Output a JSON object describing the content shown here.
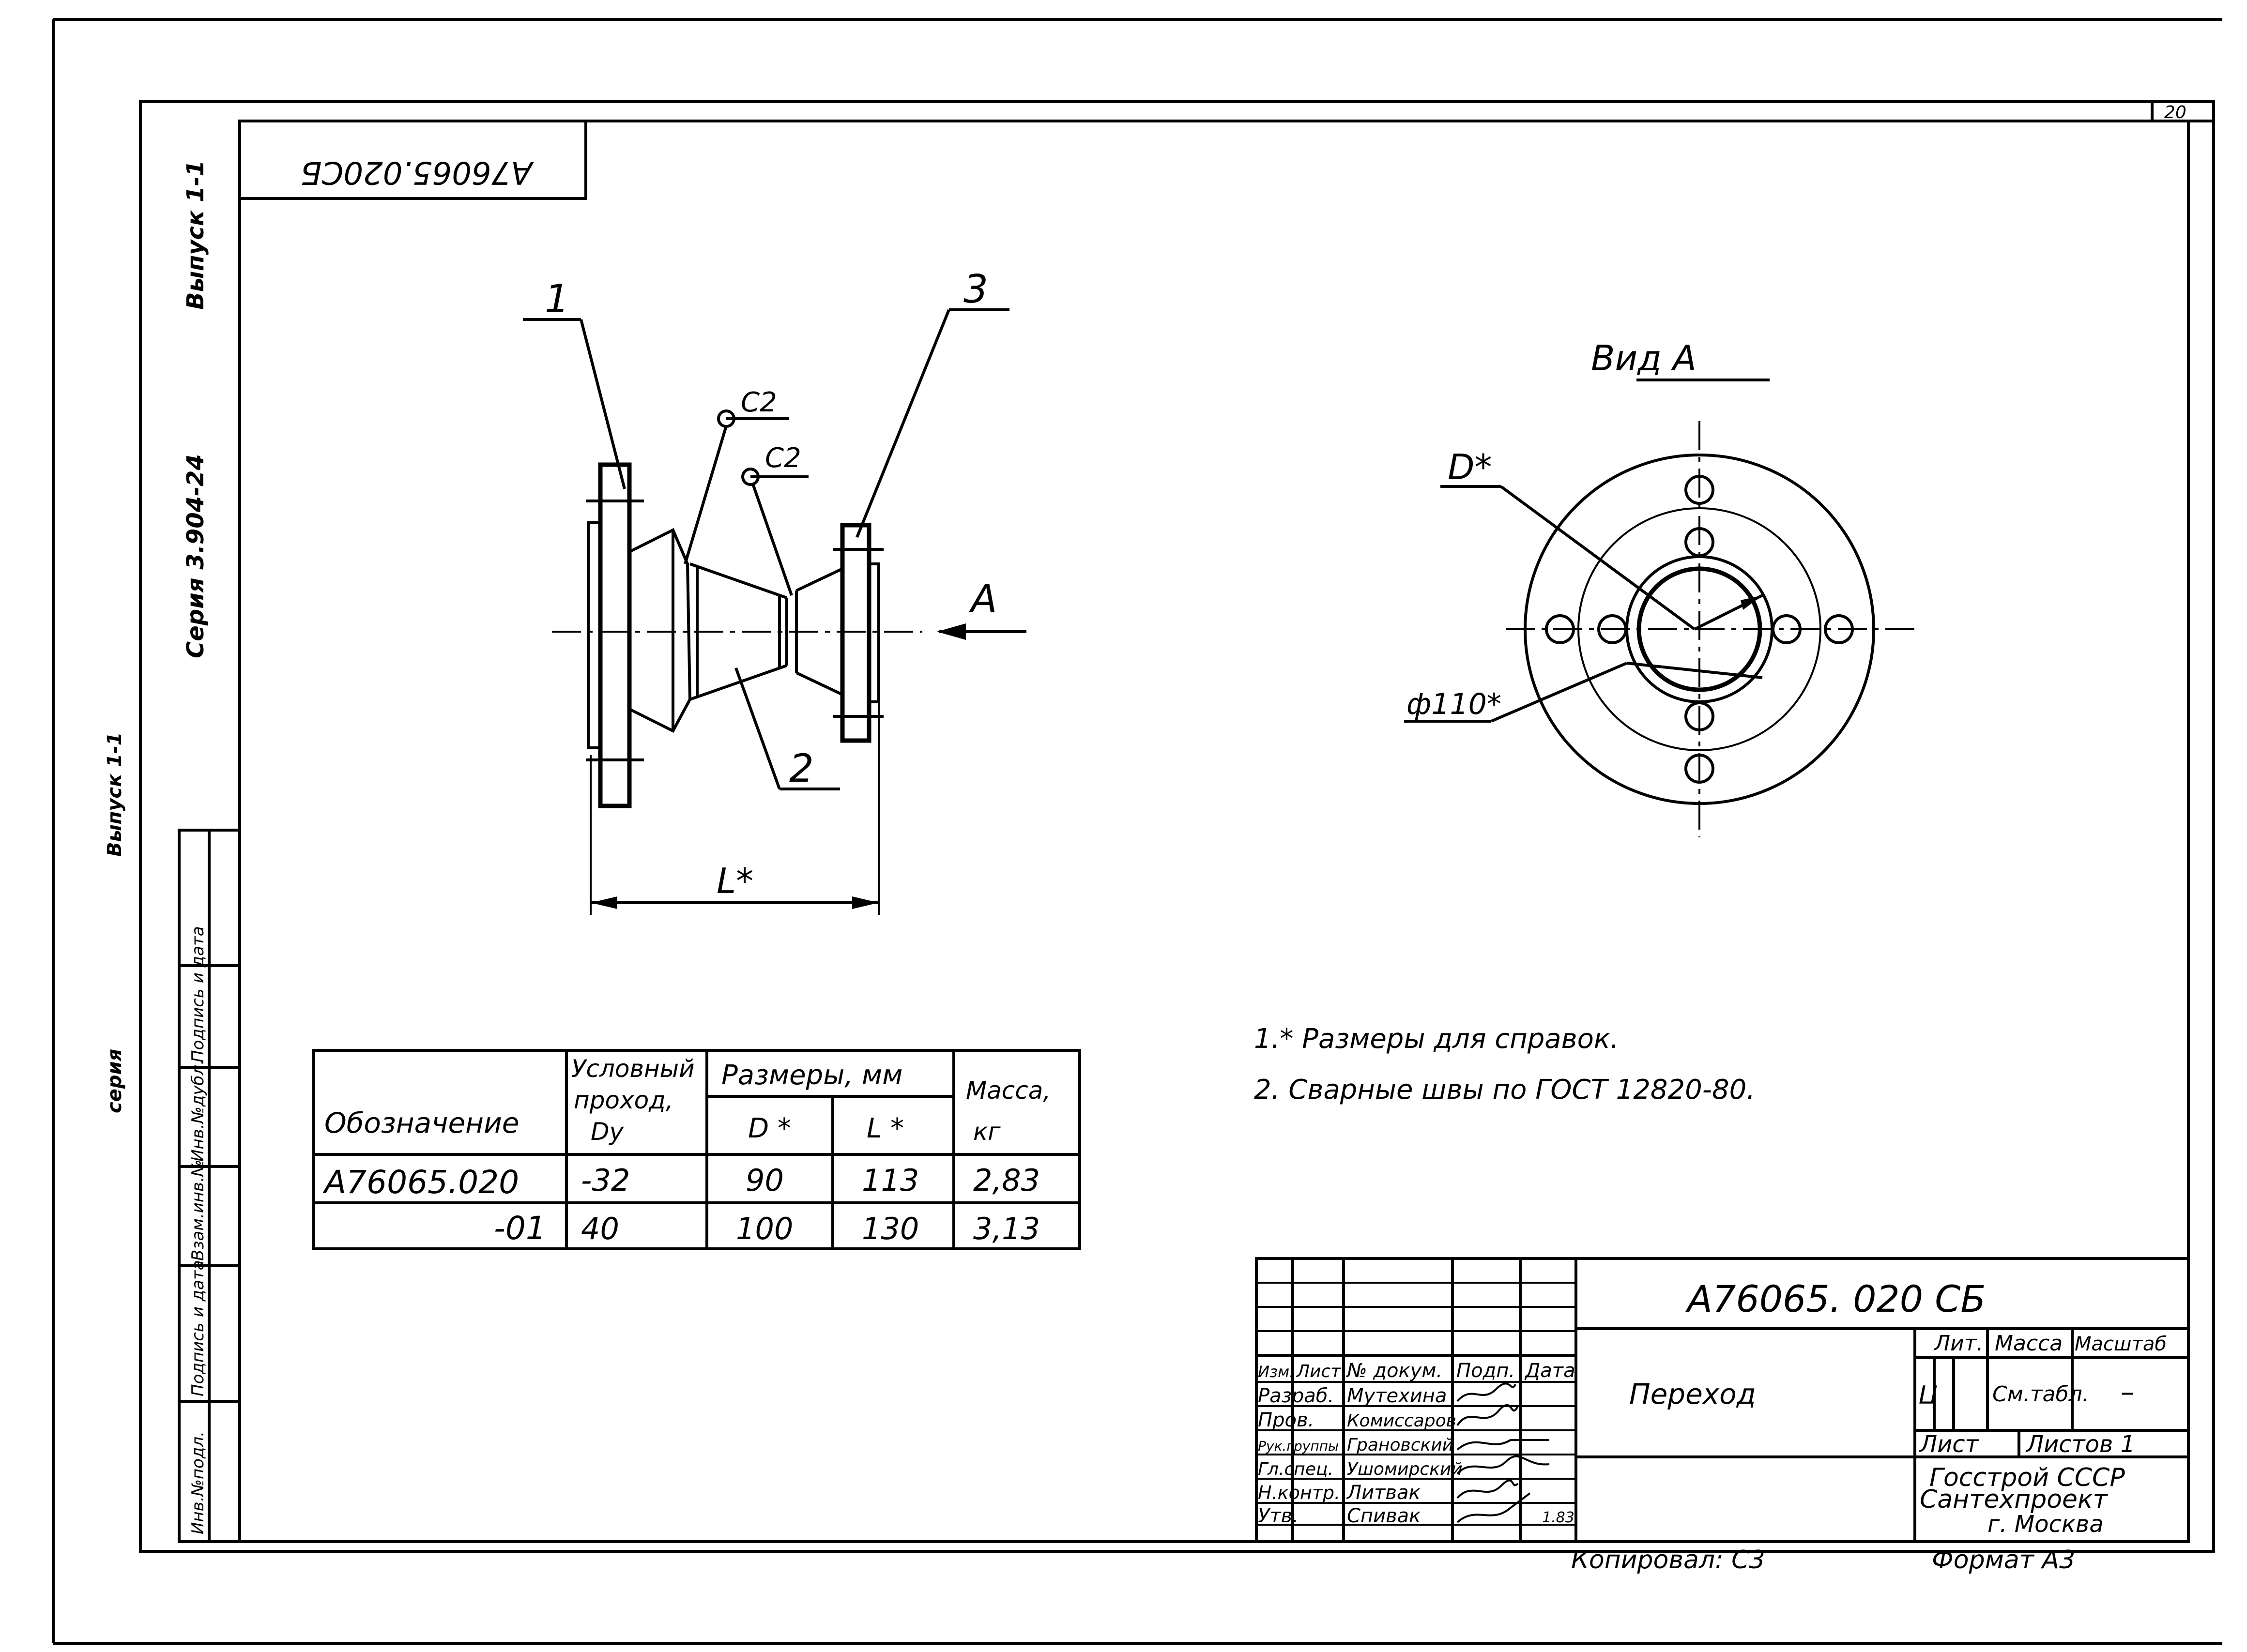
{
  "sheet": {
    "sheet_number": "20",
    "doc_code_box": "А76065.020СБ",
    "side_series": "Серия 3.904-24",
    "side_issue": "Выпуск 1-1",
    "margin_issue": "Выпуск 1-1",
    "margin_series": "серия",
    "stamp_columns": [
      "Инв.№подл.",
      "Подпись и дата",
      "Взам.инв.№",
      "Инв.№дубл.",
      "Подпись и дата"
    ]
  },
  "drawing": {
    "callouts": [
      "1",
      "2",
      "3"
    ],
    "weld_marks": [
      "С2",
      "С2"
    ],
    "view_arrow": "А",
    "length_dim": "L*",
    "view_title": "Вид А",
    "view_dim_d": "D*",
    "view_dim_phi": "ф110*"
  },
  "notes": [
    "1.* Размеры для справок.",
    "2. Сварные швы по ГОСТ 12820-80."
  ],
  "table": {
    "header": {
      "designation": "Обозначение",
      "bore_line1": "Условный",
      "bore_line2": "проход,",
      "bore_line3": "Dу",
      "dims": "Размеры, мм",
      "d": "D *",
      "l": "L *",
      "mass_line1": "Масса,",
      "mass_line2": "кг"
    },
    "rows": [
      {
        "designation": "А76065.020",
        "dy": "-32",
        "d": "90",
        "l": "113",
        "mass": "2,83"
      },
      {
        "designation": "-01",
        "dy": "40",
        "d": "100",
        "l": "130",
        "mass": "3,13"
      }
    ]
  },
  "titleblock": {
    "code": "А76065. 020 СБ",
    "name": "Переход",
    "col_izm": "Изм.",
    "col_list": "Лист",
    "col_doc": "№ докум.",
    "col_sign": "Подп.",
    "col_date": "Дата",
    "people": [
      {
        "role": "Разраб.",
        "name": "Мутехина"
      },
      {
        "role": "Пров.",
        "name": "Комиссаров"
      },
      {
        "role": "Рук.группы",
        "name": "Грановский"
      },
      {
        "role": "Гл.спец.",
        "name": "Ушомирский"
      },
      {
        "role": "Н.контр.",
        "name": "Литвак"
      },
      {
        "role": "Утв.",
        "name": "Спивак"
      }
    ],
    "date_note": "1.83",
    "lit_label": "Лит.",
    "mass_label": "Масса",
    "scale_label": "Масштаб",
    "lit_value": "Ц",
    "mass_value": "См.табл.",
    "scale_value": "–",
    "sheet_label": "Лист",
    "sheets_label": "Листов 1",
    "org_line1": "Госстрой СССР",
    "org_line2": "Сантехпроект",
    "org_line3": "г. Москва",
    "copied": "Копировал: С3",
    "format": "Формат А3"
  }
}
